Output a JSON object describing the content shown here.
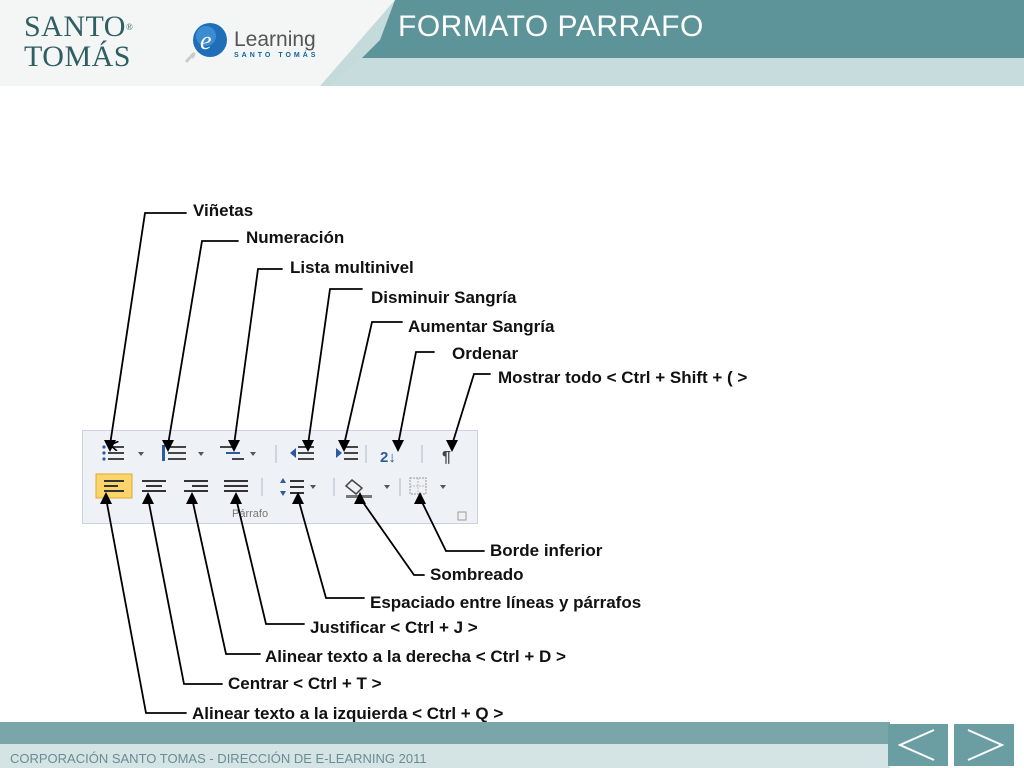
{
  "header": {
    "logo_line1": "SANTO",
    "logo_line2": "TOMÁS",
    "logo_reg": "®",
    "elearning_e": "e",
    "elearning_word": "Learning",
    "elearning_sub": "SANTO TOMÁS",
    "title": "FORMATO PARRAFO"
  },
  "ribbon": {
    "group_label": "Párrafo",
    "buttons": [
      {
        "name": "bullets-button",
        "icon": "bullets-icon"
      },
      {
        "name": "numbering-button",
        "icon": "numbering-icon"
      },
      {
        "name": "multilevel-list-button",
        "icon": "multilevel-list-icon"
      },
      {
        "name": "decrease-indent-button",
        "icon": "decrease-indent-icon"
      },
      {
        "name": "increase-indent-button",
        "icon": "increase-indent-icon"
      },
      {
        "name": "sort-button",
        "icon": "sort-icon",
        "glyph": "2↓"
      },
      {
        "name": "show-all-button",
        "icon": "pilcrow-icon",
        "glyph": "¶"
      },
      {
        "name": "align-left-button",
        "icon": "align-left-icon"
      },
      {
        "name": "center-button",
        "icon": "align-center-icon"
      },
      {
        "name": "align-right-button",
        "icon": "align-right-icon"
      },
      {
        "name": "justify-button",
        "icon": "justify-icon"
      },
      {
        "name": "line-spacing-button",
        "icon": "line-spacing-icon"
      },
      {
        "name": "shading-button",
        "icon": "paint-bucket-icon"
      },
      {
        "name": "bottom-border-button",
        "icon": "border-icon"
      }
    ]
  },
  "callouts": {
    "vinetas": "Viñetas",
    "numeracion": "Numeración",
    "multinivel": "Lista multinivel",
    "disminuir": "Disminuir Sangría",
    "aumentar": "Aumentar Sangría",
    "ordenar": "Ordenar",
    "mostrar": "Mostrar todo < Ctrl + Shift + ( >",
    "borde": "Borde inferior",
    "sombreado": "Sombreado",
    "espaciado": "Espaciado entre líneas y párrafos",
    "justificar": "Justificar < Ctrl + J >",
    "derecha": "Alinear texto a la derecha < Ctrl + D >",
    "centrar": "Centrar < Ctrl + T >",
    "izquierda": "Alinear texto a la izquierda < Ctrl + Q >"
  },
  "footer": {
    "text": "CORPORACIÓN SANTO TOMAS - DIRECCIÓN DE E-LEARNING  2011",
    "prev_icon": "chevron-left-icon",
    "next_icon": "chevron-right-icon"
  },
  "colors": {
    "teal_dark": "#5d9499",
    "teal_light": "#b9d3d5",
    "highlight": "#fbd56b"
  }
}
